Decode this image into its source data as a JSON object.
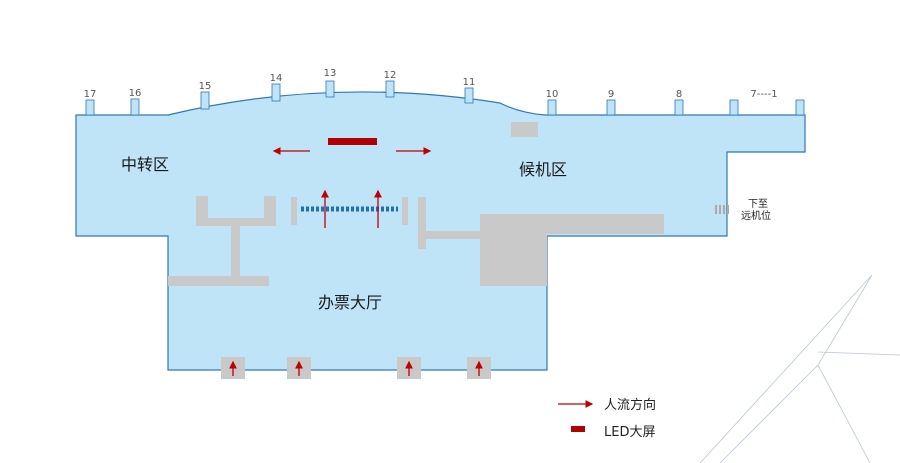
{
  "colors": {
    "floor": "#bfe3f7",
    "outline": "#2f78b8",
    "block": "#c9c9c9",
    "arrow": "#c00000",
    "led": "#b00000",
    "dots": "#1f6fb5"
  },
  "gates": [
    "17",
    "16",
    "15",
    "14",
    "13",
    "12",
    "11",
    "10",
    "9",
    "8",
    "7----1"
  ],
  "zones": {
    "transfer": "中转区",
    "waiting": "候机区",
    "ticket_hall": "办票大厅"
  },
  "remote_stand_note": [
    "下至",
    "远机位"
  ],
  "legend": {
    "flow_label": "人流方向",
    "led_label": "LED大屏"
  }
}
